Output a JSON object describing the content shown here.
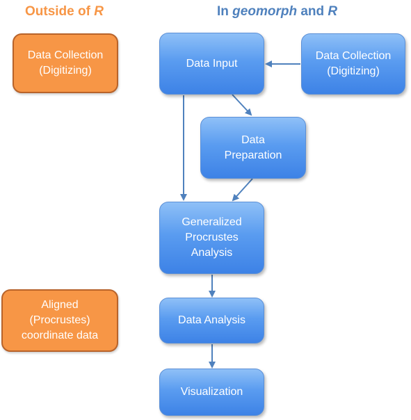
{
  "headings": {
    "outside_prefix": "Outside of ",
    "outside_em": "R",
    "inside_prefix": "In ",
    "inside_em1": "geomorph",
    "inside_mid": " and ",
    "inside_em2": "R"
  },
  "boxes": {
    "data_collection_left": "Data Collection\n(Digitizing)",
    "data_input": "Data Input",
    "data_collection_right": "Data Collection\n(Digitizing)",
    "data_preparation": "Data\nPreparation",
    "gpa": "Generalized\nProcrustes\nAnalysis",
    "aligned_data": "Aligned\n(Procrustes)\ncoordinate data",
    "data_analysis": "Data Analysis",
    "visualization": "Visualization"
  },
  "colors": {
    "orange_fill": "#f79646",
    "orange_border": "#b8632a",
    "orange_text": "#f79646",
    "blue_fill": "#5a9cf0",
    "blue_text": "#4f81bd",
    "arrow": "#4f81bd"
  }
}
